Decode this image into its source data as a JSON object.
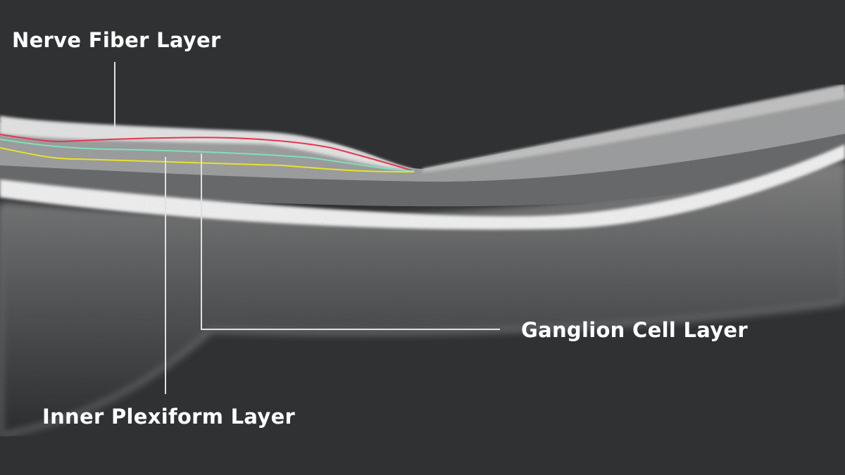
{
  "labels": {
    "nerve_fiber_layer": "Nerve Fiber Layer",
    "ganglion_cell_layer": "Ganglion Cell Layer",
    "inner_plexiform_layer": "Inner Plexiform Layer"
  },
  "colors": {
    "background": "#2f3133",
    "nerve_fiber_boundary": "#e8354f",
    "ganglion_boundary": "#7fe0b8",
    "inner_plexiform_boundary": "#e6e22a",
    "pointer_line": "#e0e0e0"
  }
}
